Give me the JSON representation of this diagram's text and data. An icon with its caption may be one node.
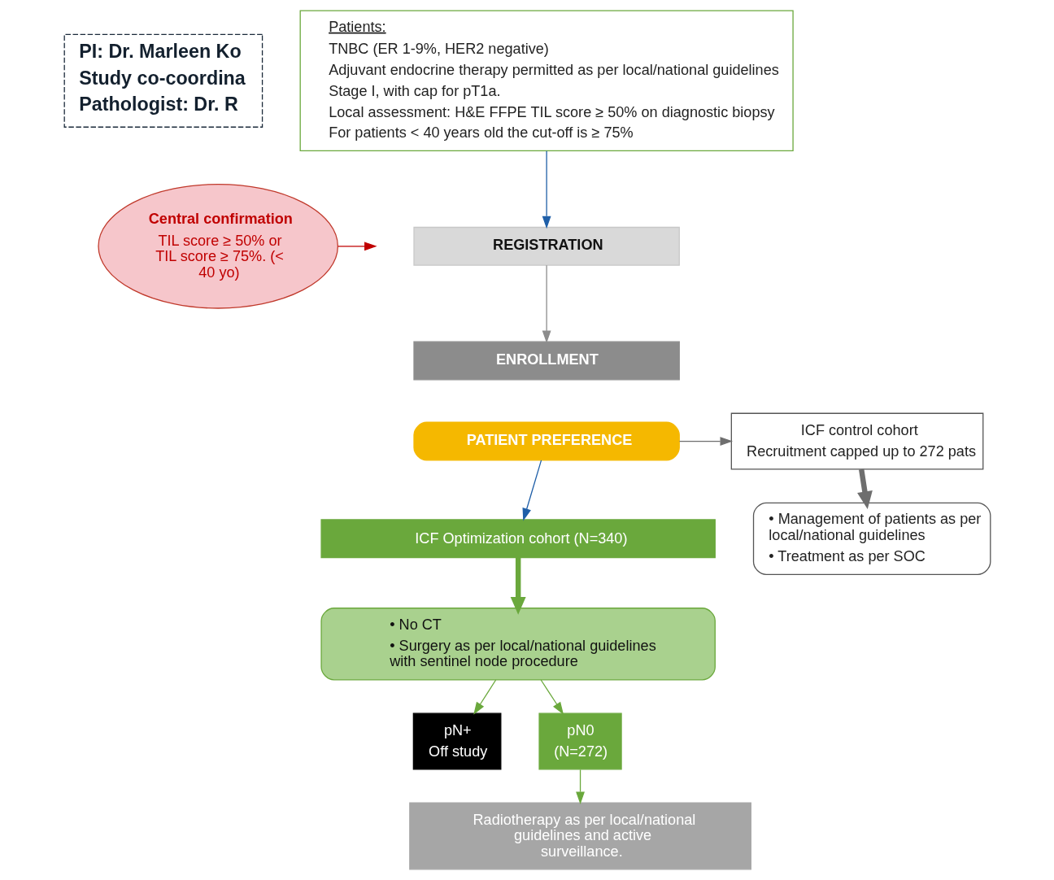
{
  "diagram": {
    "nodes": [
      {
        "text": [
          "Patients:",
          "TNBC (ER 1-9%, HER2 negative)",
          "Adjuvant endocrine therapy permitted as per local/national guidelines",
          "Stage I, with cap for pT1a.",
          "Local assessment: H&E FFPE TIL score ≥ 50% on diagnostic biopsy",
          "For patients < 40 years old the cut-off is ≥ 75%"
        ]
      },
      {
        "text": [
          "PI: Dr. Marleen Ko",
          "Study co-coordina",
          "Pathologist: Dr. R"
        ]
      },
      {
        "text": [
          "Central confirmation",
          "TIL score ≥ 50% or TIL score ≥ 75%. (< 40 yo)"
        ]
      },
      {
        "text": [
          "REGISTRATION"
        ]
      },
      {
        "text": [
          "ENROLLMENT"
        ]
      },
      {
        "text": [
          "PATIENT PREFERENCE"
        ]
      },
      {
        "text": [
          "ICF control cohort",
          "Recruitment capped up to 272 pats"
        ]
      },
      {
        "text": [
          "• Management of patients as per local/national guidelines",
          "• Treatment as per SOC"
        ]
      },
      {
        "text": [
          "ICF Optimization cohort (N=340)"
        ]
      },
      {
        "text": [
          "• No CT",
          "• Surgery as per local/national guidelines with sentinel node procedure"
        ]
      },
      {
        "text": [
          "pN+",
          "Off study"
        ]
      },
      {
        "text": [
          "pN0",
          "(N=272)"
        ]
      },
      {
        "text": [
          "Radiotherapy as per local/national guidelines and active surveillance."
        ]
      }
    ],
    "edges": [
      {
        "from": 0,
        "to": 3,
        "arrow": "to",
        "color": "#1f5fa8"
      },
      {
        "from": 2,
        "to": null,
        "arrow": "to",
        "color": "#c00000"
      },
      {
        "from": 3,
        "to": 4,
        "arrow": "to",
        "color": "#8c8c8c"
      },
      {
        "from": 5,
        "to": 6,
        "arrow": "to",
        "color": "#6e6e6e"
      },
      {
        "from": 6,
        "to": 7,
        "arrow": "to",
        "style": "thick",
        "color": "#6e6e6e"
      },
      {
        "from": 5,
        "to": 8,
        "arrow": "to",
        "color": "#1f5fa8"
      },
      {
        "from": 8,
        "to": 9,
        "arrow": "to",
        "style": "thick",
        "color": "#6aa83c"
      },
      {
        "from": 9,
        "to": 10,
        "arrow": "to",
        "color": "#6aa83c"
      },
      {
        "from": 9,
        "to": 11,
        "arrow": "to",
        "color": "#6aa83c"
      },
      {
        "from": 11,
        "to": 12,
        "arrow": "to",
        "color": "#6aa83c"
      }
    ]
  }
}
